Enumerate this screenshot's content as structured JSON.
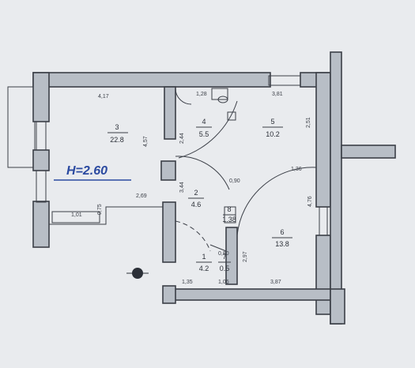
{
  "ceiling_height": "H=2.60",
  "rooms": [
    {
      "number": "3",
      "area": "22.8"
    },
    {
      "number": "4",
      "area": "5.5"
    },
    {
      "number": "5",
      "area": "10.2"
    },
    {
      "number": "2",
      "area": "4.6"
    },
    {
      "number": "8",
      "area": "1.38"
    },
    {
      "number": "6",
      "area": "13.8"
    },
    {
      "number": "1",
      "area": "4.2"
    },
    {
      "number": "7",
      "area": "0.5"
    }
  ],
  "dimensions": {
    "d_417": "4,17",
    "d_128": "1,28",
    "d_381": "3,81",
    "d_457": "4,57",
    "d_244": "2,44",
    "d_251": "2,51",
    "d_269": "2,69",
    "d_090": "0,90",
    "d_136": "1,36",
    "d_344": "3,44",
    "d_101": "1,01",
    "d_075": "0,75",
    "d_476": "4,76",
    "d_080": "0,80",
    "d_297": "2,97",
    "d_135": "1,35",
    "d_106": "1,06",
    "d_387": "3,87"
  }
}
